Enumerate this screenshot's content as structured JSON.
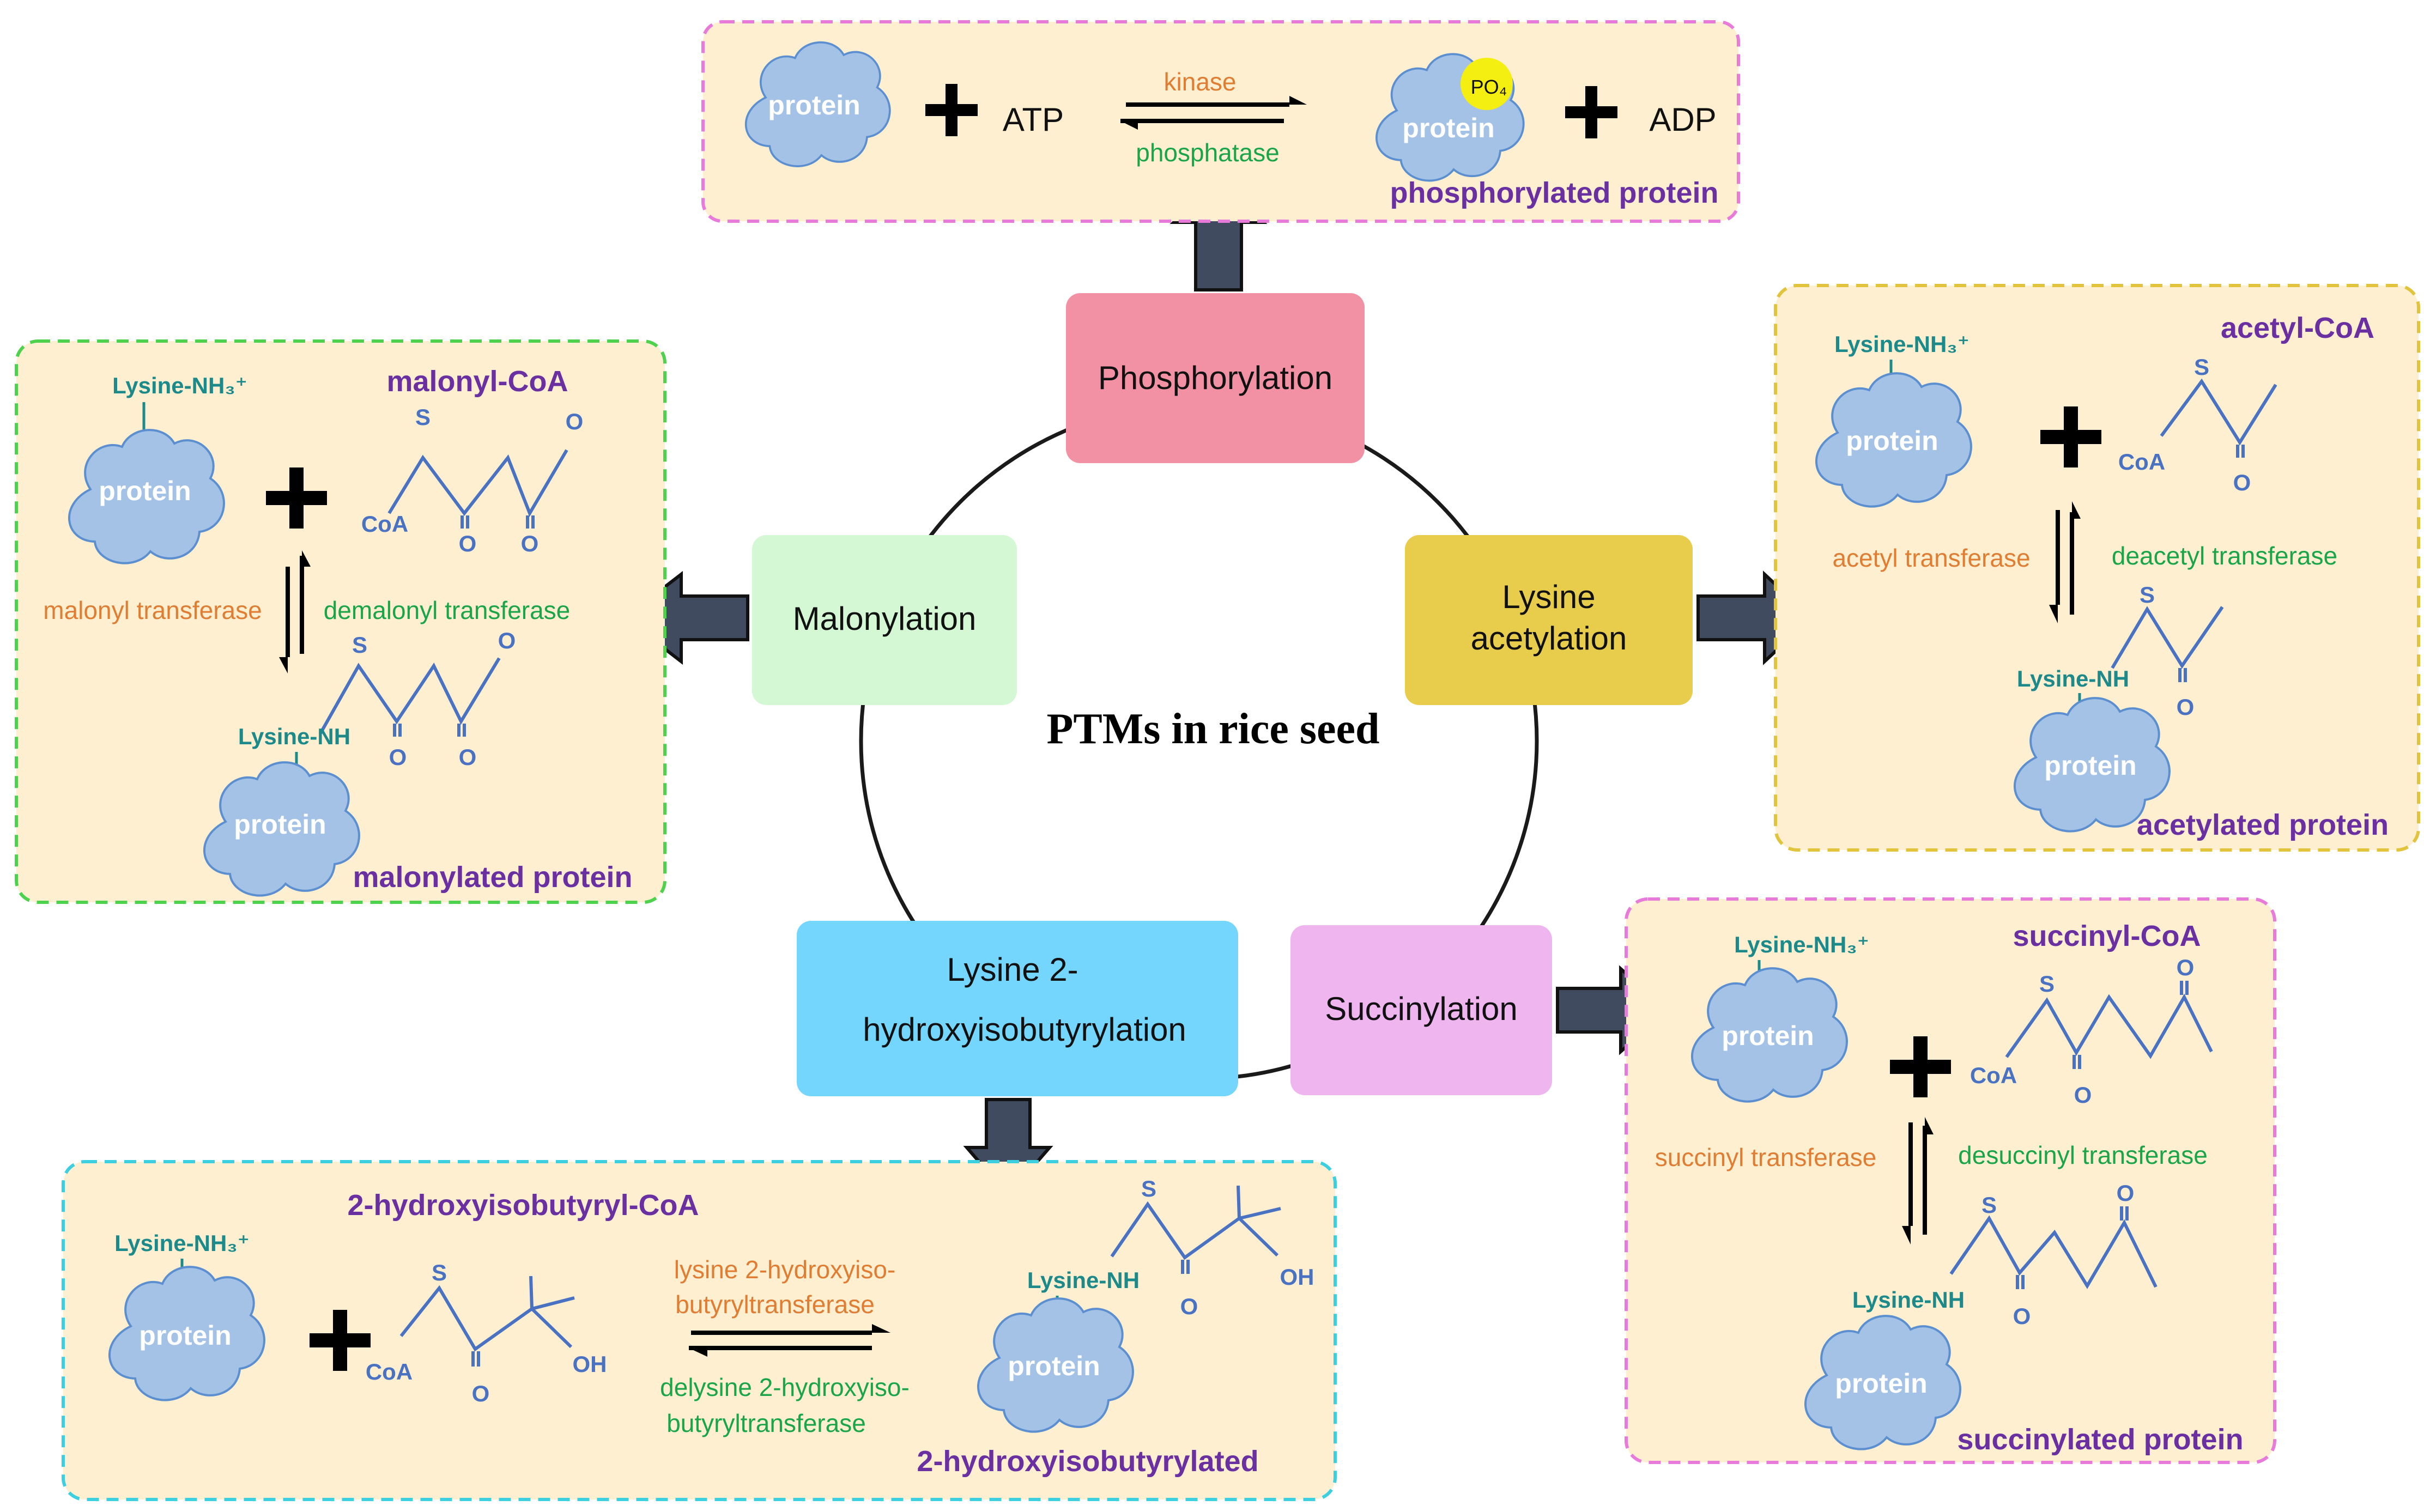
{
  "center": {
    "title": "PTMs in rice seed"
  },
  "nodes": {
    "phosphorylation": "Phosphorylation",
    "malonylation": "Malonylation",
    "acetylation_l1": "Lysine",
    "acetylation_l2": "acetylation",
    "hib_l1": "Lysine 2-",
    "hib_l2": "hydroxyisobutyrylation",
    "succinylation": "Succinylation"
  },
  "common": {
    "protein": "protein",
    "lys_nh3": "Lysine-NH₃⁺",
    "lys_nh": "Lysine-NH",
    "coa": "CoA",
    "o": "O",
    "s": "S",
    "oh": "OH",
    "plus": "+"
  },
  "phospho_box": {
    "atp": "ATP",
    "adp": "ADP",
    "forward": "kinase",
    "reverse": "phosphatase",
    "po4": "PO₄",
    "product": "phosphorylated protein"
  },
  "malonyl_box": {
    "reagent": "malonyl-CoA",
    "forward": "malonyl transferase",
    "reverse": "demalonyl transferase",
    "product": "malonylated protein"
  },
  "acetyl_box": {
    "reagent": "acetyl-CoA",
    "forward": "acetyl transferase",
    "reverse": "deacetyl transferase",
    "product": "acetylated protein"
  },
  "succinyl_box": {
    "reagent": "succinyl-CoA",
    "forward": "succinyl transferase",
    "reverse": "desuccinyl transferase",
    "product": "succinylated protein"
  },
  "hib_box": {
    "reagent": "2-hydroxyisobutyryl-CoA",
    "forward_l1": "lysine 2-hydroxyiso-",
    "forward_l2": "butyryltransferase",
    "reverse_l1": "delysine 2-hydroxyiso-",
    "reverse_l2": "butyryltransferase",
    "product": "2-hydroxyisobutyrylated"
  },
  "colors": {
    "box_fill": "#fdefd0",
    "phospho_border": "#e87ad9",
    "malonyl_border": "#4ed24e",
    "acetyl_border": "#e2c33c",
    "succinyl_border": "#e87ad9",
    "hib_border": "#3ccfe0",
    "phospho_node": "#f291a3",
    "malonyl_node": "#d3f8d3",
    "acetyl_node": "#e8cc4b",
    "hib_node": "#74d6fc",
    "succinyl_node": "#eeb5ef",
    "protein_fill": "#a3c2e6",
    "protein_stroke": "#5b8fd0",
    "chem": "#4a72c2",
    "lysine_text": "#1c8a8a",
    "purple_text": "#6a2fa0",
    "forward_text": "#e07d32",
    "reverse_text": "#1aa548",
    "fat_arrow": "#414b5f",
    "po4_fill": "#f4ef10"
  }
}
